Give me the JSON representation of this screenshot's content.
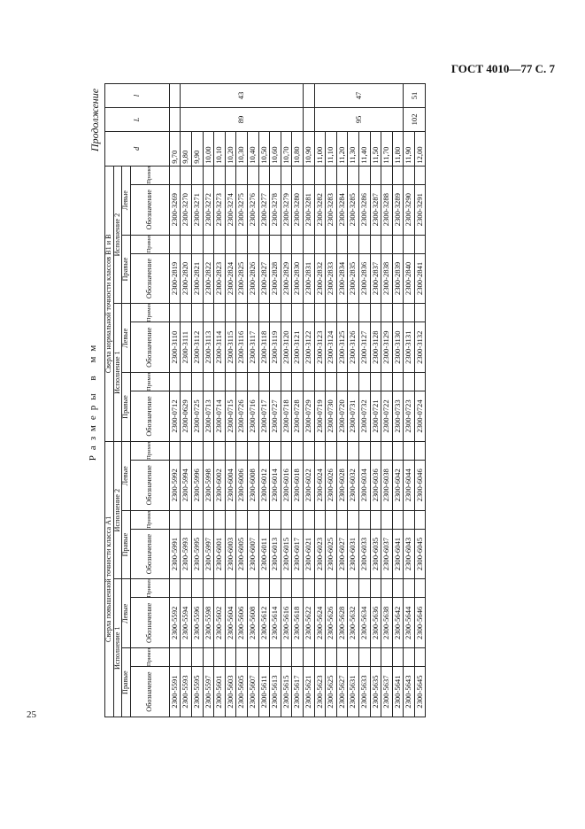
{
  "header": "ГОСТ 4010—77 С. 7",
  "continuation": "Продолжение",
  "page_number": "25",
  "table_title": "Размеры в мм",
  "groups": {
    "a1": "Сверла повышенной точности класса А1",
    "b": "Сверла нормальной точности классов В1 и В"
  },
  "versions": {
    "v1": "Исполнение 1",
    "v2": "Исполнение 2"
  },
  "sides": {
    "right": "Правые",
    "left": "Левые"
  },
  "cols": {
    "designation": "Обозначение",
    "application": "Применяемость",
    "d": "d",
    "L": "L",
    "l": "l"
  },
  "rows": [
    [
      "2300-5591",
      "2300-5592",
      "2300-5991",
      "2300-5992",
      "2300-0712",
      "2300-3110",
      "2300-2819",
      "2300-3269",
      "9,70"
    ],
    [
      "2300-5593",
      "2300-5594",
      "2300-5993",
      "2300-5994",
      "2300-0629",
      "2300-3111",
      "2300-2820",
      "2300-3270",
      "9,80"
    ],
    [
      "2300-5595",
      "2300-5596",
      "2300-5995",
      "2300-5996",
      "2300-0725",
      "2300-3112",
      "2300-2821",
      "2300-3271",
      "9,90"
    ],
    [
      "2300-5597",
      "2300-5598",
      "2300-5997",
      "2300-5998",
      "2300-0713",
      "2300-3113",
      "2300-2822",
      "2300-3272",
      "10,00"
    ],
    [
      "2300-5601",
      "2300-5602",
      "2300-6001",
      "2300-6002",
      "2300-0714",
      "2300-3114",
      "2300-2823",
      "2300-3273",
      "10,10"
    ],
    [
      "2300-5603",
      "2300-5604",
      "2300-6003",
      "2300-6004",
      "2300-0715",
      "2300-3115",
      "2300-2824",
      "2300-3274",
      "10,20"
    ],
    [
      "2300-5605",
      "2300-5606",
      "2300-6005",
      "2300-6006",
      "2300-0726",
      "2300-3116",
      "2300-2825",
      "2300-3275",
      "10,30"
    ],
    [
      "2300-5607",
      "2300-5608",
      "2300-6007",
      "2300-6008",
      "2300-0716",
      "2300-3117",
      "2300-2826",
      "2300-3276",
      "10,40"
    ],
    [
      "2300-5611",
      "2300-5612",
      "2300-6011",
      "2300-6012",
      "2300-0717",
      "2300-3118",
      "2300-2827",
      "2300-3277",
      "10,50"
    ],
    [
      "2300-5613",
      "2300-5614",
      "2300-6013",
      "2300-6014",
      "2300-0727",
      "2300-3119",
      "2300-2828",
      "2300-3278",
      "10,60"
    ],
    [
      "2300-5615",
      "2300-5616",
      "2300-6015",
      "2300-6016",
      "2300-0718",
      "2300-3120",
      "2300-2829",
      "2300-3279",
      "10,70"
    ],
    [
      "2300-5617",
      "2300-5618",
      "2300-6017",
      "2300-6018",
      "2300-0728",
      "2300-3121",
      "2300-2830",
      "2300-3280",
      "10,80"
    ],
    [
      "2300-5621",
      "2300-5622",
      "2300-6021",
      "2300-6022",
      "2300-0729",
      "2300-3122",
      "2300-2831",
      "2300-3281",
      "10,90"
    ],
    [
      "2300-5623",
      "2300-5624",
      "2300-6023",
      "2300-6024",
      "2300-0719",
      "2300-3123",
      "2300-2832",
      "2300-3282",
      "11,00"
    ],
    [
      "2300-5625",
      "2300-5626",
      "2300-6025",
      "2300-6026",
      "2300-0730",
      "2300-3124",
      "2300-2833",
      "2300-3283",
      "11,10"
    ],
    [
      "2300-5627",
      "2300-5628",
      "2300-6027",
      "2300-6028",
      "2300-0720",
      "2300-3125",
      "2300-2834",
      "2300-3284",
      "11,20"
    ],
    [
      "2300-5631",
      "2300-5632",
      "2300-6031",
      "2300-6032",
      "2300-0731",
      "2300-3126",
      "2300-2835",
      "2300-3285",
      "11,30"
    ],
    [
      "2300-5633",
      "2300-5634",
      "2300-6033",
      "2300-6034",
      "2300-0732",
      "2300-3127",
      "2300-2836",
      "2300-3286",
      "11,40"
    ],
    [
      "2300-5635",
      "2300-5636",
      "2300-6035",
      "2300-6036",
      "2300-0721",
      "2300-3128",
      "2300-2837",
      "2300-3287",
      "11,50"
    ],
    [
      "2300-5637",
      "2300-5638",
      "2300-6037",
      "2300-6038",
      "2300-0722",
      "2300-3129",
      "2300-2838",
      "2300-3288",
      "11,70"
    ],
    [
      "2300-5641",
      "2300-5642",
      "2300-6041",
      "2300-6042",
      "2300-0733",
      "2300-3130",
      "2300-2839",
      "2300-3289",
      "11,80"
    ],
    [
      "2300-5643",
      "2300-5644",
      "2300-6043",
      "2300-6044",
      "2300-0723",
      "2300-3131",
      "2300-2840",
      "2300-3290",
      "11,90"
    ],
    [
      "2300-5645",
      "2300-5646",
      "2300-6045",
      "2300-6046",
      "2300-0724",
      "2300-3132",
      "2300-2841",
      "2300-3291",
      "12,00"
    ]
  ],
  "spans": [
    {
      "start": 0,
      "count": 1,
      "L": "",
      "l": ""
    },
    {
      "start": 1,
      "count": 11,
      "L": "89",
      "l": "43"
    },
    {
      "start": 12,
      "count": 1,
      "L": "",
      "l": ""
    },
    {
      "start": 13,
      "count": 8,
      "L": "95",
      "l": "47"
    },
    {
      "start": 21,
      "count": 2,
      "L": "102",
      "l": "51"
    }
  ]
}
